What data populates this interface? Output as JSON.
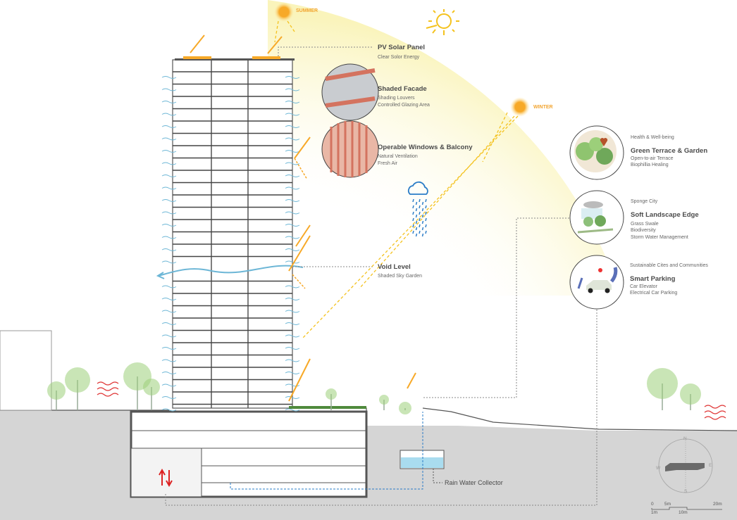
{
  "sun_labels": {
    "summer": "SUMMER",
    "winter": "WINTER"
  },
  "callouts": {
    "pv": {
      "title": "PV Solar Panel",
      "lines": [
        "Clear Solor Energy"
      ]
    },
    "facade": {
      "title": "Shaded Facade",
      "lines": [
        "Shading Louvers",
        "Controlled Glazing Area"
      ]
    },
    "windows": {
      "title": "Operable Windows & Balcony",
      "lines": [
        "Natural Ventilation",
        "Fresh Air"
      ]
    },
    "void": {
      "title": "Void Level",
      "lines": [
        "Shaded Sky Garden"
      ]
    },
    "rain": {
      "title": "Rain Water Collector"
    }
  },
  "features": [
    {
      "category": "Health & Well-being",
      "title": "Green Terrace & Garden",
      "lines": [
        "Open-to-air Terrace",
        "Biophillia Healing"
      ]
    },
    {
      "category": "Sponge City",
      "title": "Soft Landscape Edge",
      "lines": [
        "Grass Swale",
        "Biodiversity",
        "Storm Water Management"
      ]
    },
    {
      "category": "Sustainable Cites and Communities",
      "title": "Smart Parking",
      "lines": [
        "Car Elevator",
        "Electrical Car Parking"
      ]
    }
  ],
  "compass": {
    "n": "N",
    "s": "S",
    "e": "E",
    "w": "W"
  },
  "scale_bar": {
    "top": [
      "0",
      "5m",
      "20m"
    ],
    "bottom": [
      "1m",
      "10m"
    ]
  },
  "colors": {
    "sun": "#f7a928",
    "sky": "#fbf7c8",
    "ground": "#d5d5d5",
    "water": "#a9dcef",
    "wind": "#6cb6d6",
    "rain": "#2a7cc7",
    "heat": "#e03a3a"
  }
}
